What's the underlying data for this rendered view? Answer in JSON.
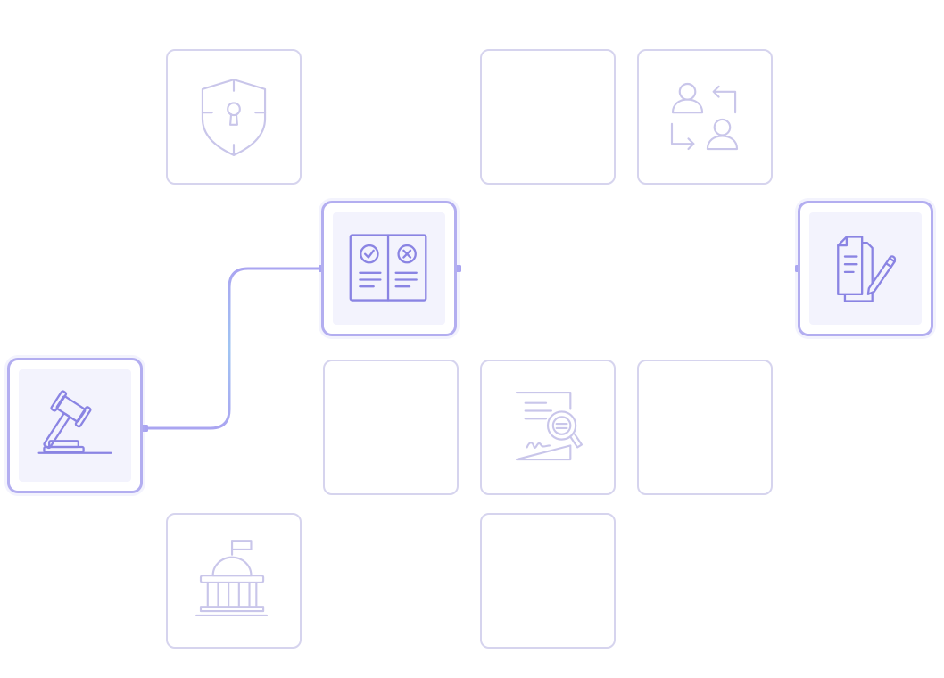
{
  "diagram": {
    "accent_color": "#8f8ae6",
    "muted_icon_color": "#c9c6ea",
    "active_icon_color": "#8a84e3",
    "connector_gradient": [
      "#a9a4f2",
      "#9fc3f2",
      "#a9a4f2"
    ],
    "tiles": [
      {
        "id": "shield",
        "icon": "shield-keyhole-icon",
        "active": false
      },
      {
        "id": "blank-top-1",
        "icon": "",
        "active": false
      },
      {
        "id": "user-swap",
        "icon": "user-swap-icon",
        "active": false
      },
      {
        "id": "comparison",
        "icon": "approve-reject-document-icon",
        "active": true
      },
      {
        "id": "signing",
        "icon": "document-pen-icon",
        "active": true
      },
      {
        "id": "gavel",
        "icon": "gavel-icon",
        "active": true
      },
      {
        "id": "blank-mid-1",
        "icon": "",
        "active": false
      },
      {
        "id": "audit",
        "icon": "document-search-icon",
        "active": false
      },
      {
        "id": "blank-mid-2",
        "icon": "",
        "active": false
      },
      {
        "id": "government",
        "icon": "government-building-icon",
        "active": false
      },
      {
        "id": "blank-bottom",
        "icon": "",
        "active": false
      }
    ],
    "connections": [
      {
        "from": "gavel",
        "to": "comparison"
      },
      {
        "from": "comparison",
        "to": "signing"
      }
    ]
  }
}
